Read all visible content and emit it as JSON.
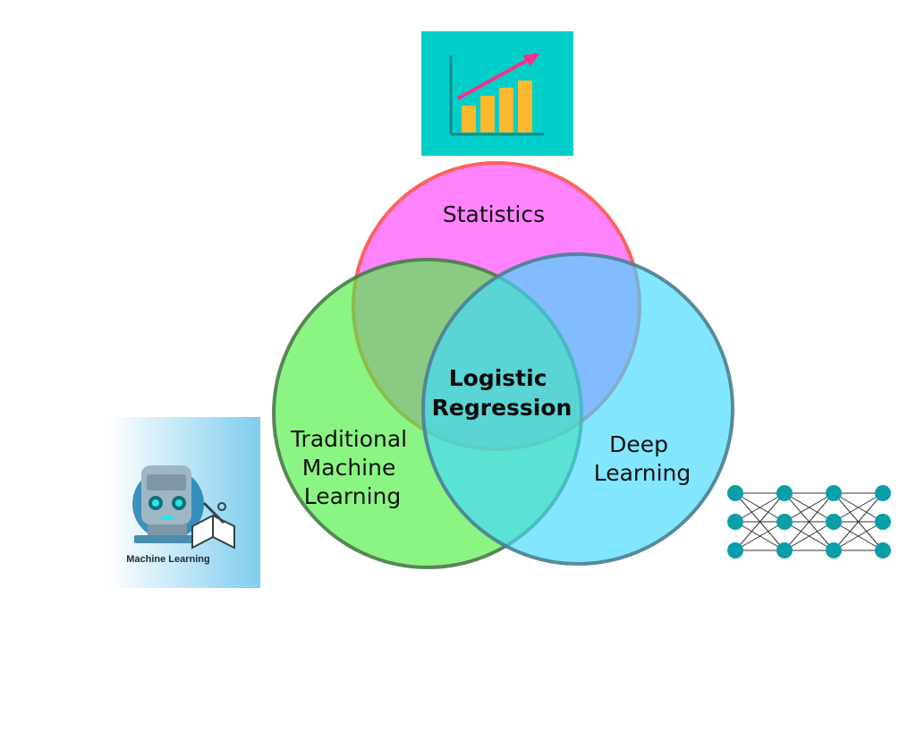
{
  "diagram": {
    "title": "",
    "sets": [
      {
        "id": "statistics",
        "label_lines": [
          "Statistics"
        ],
        "fill": "#ff40ff",
        "stroke": "#ff6060"
      },
      {
        "id": "traditional-ml",
        "label_lines": [
          "Traditional",
          "Machine",
          "Learning"
        ],
        "fill": "#4cf040",
        "stroke": "#4a7a4a"
      },
      {
        "id": "deep-learning",
        "label_lines": [
          "Deep",
          "Learning"
        ],
        "fill": "#40d8ff",
        "stroke": "#4a8090"
      }
    ],
    "intersection": {
      "label_lines": [
        "Logistic",
        "Regression"
      ]
    },
    "icons": [
      {
        "name": "bar-chart-growth-icon",
        "background": "#00cec9",
        "bar_color": "#fdb92e",
        "arrow_color": "#ff2e8a"
      },
      {
        "name": "machine-learning-robot-icon",
        "caption": "Machine Learning",
        "background": "#7fcdee"
      },
      {
        "name": "neural-network-icon",
        "node_color": "#0a9fa8"
      }
    ]
  }
}
